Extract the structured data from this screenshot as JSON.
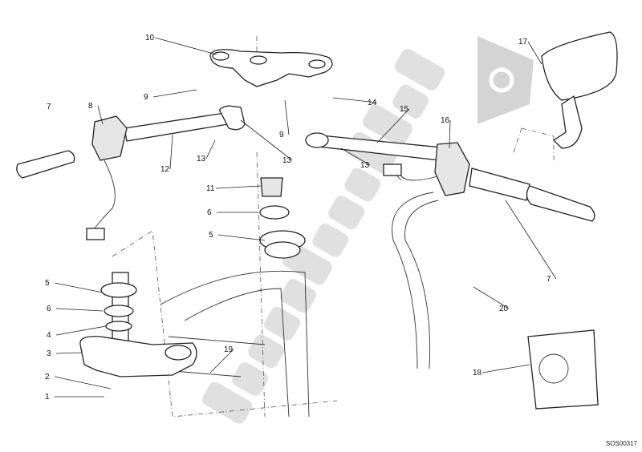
{
  "diagram": {
    "callouts": [
      "10",
      "9",
      "9",
      "13",
      "13",
      "13",
      "14",
      "15",
      "16",
      "17",
      "7",
      "8",
      "12",
      "11",
      "6",
      "5",
      "5",
      "6",
      "4",
      "3",
      "2",
      "1",
      "19",
      "20",
      "18",
      "7"
    ],
    "drawing_code": "SOS00317"
  },
  "watermark": {
    "text": "PartsRepublik",
    "icon": "gear-icon",
    "color": "#bbbbbb"
  }
}
